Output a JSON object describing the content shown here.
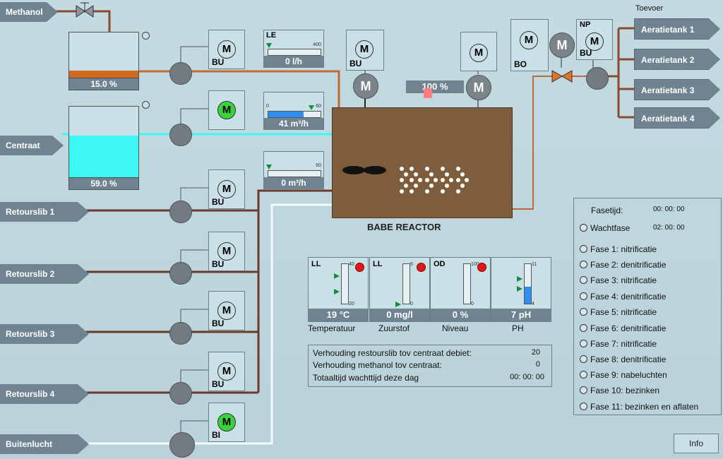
{
  "sources": {
    "methanol": "Methanol",
    "centraat": "Centraat",
    "retourslib": [
      "Retourslib 1",
      "Retourslib 2",
      "Retourslib 3",
      "Retourslib 4"
    ],
    "buitenlucht": "Buitenlucht"
  },
  "tanks": {
    "methanol": {
      "value": "15.0 %",
      "level": 0.15,
      "color": "#d2691e"
    },
    "centraat": {
      "value": "59.0 %",
      "level": 0.59,
      "color": "#3ff6f6"
    }
  },
  "motors": {
    "methanol_pump": {
      "label": "BU",
      "running": false
    },
    "centraat_pump": {
      "label": "",
      "running": true
    },
    "retourslib_1": {
      "label": "BU",
      "running": false
    },
    "retourslib_2": {
      "label": "BU",
      "running": false
    },
    "retourslib_3": {
      "label": "BU",
      "running": false
    },
    "retourslib_4": {
      "label": "BU",
      "running": false
    },
    "buitenlucht": {
      "label": "BI",
      "running": true
    },
    "mixer": {
      "label": "BU"
    },
    "aerator": {
      "label": ""
    },
    "outlet_valve": {
      "label": "BO"
    },
    "outlet_pump": {
      "label_top": "NP",
      "label": "BU"
    }
  },
  "flow_meters": {
    "methanol": {
      "header": "LE",
      "max": "400",
      "value": "0  l/h",
      "level": 0.0
    },
    "centraat": {
      "header": "",
      "min": "0",
      "max": "60",
      "value": "41  m³/h",
      "level": 0.68
    },
    "retourslib": {
      "header": "",
      "max": "60",
      "value": "0  m³/h",
      "level": 0.0
    }
  },
  "motor_glyph": "M",
  "aeration_percent": "100  %",
  "reactor": {
    "title": "BABE REACTOR"
  },
  "toevoer": {
    "title": "Toevoer",
    "targets": [
      "Aeratietank 1",
      "Aeratietank 2",
      "Aeratietank 3",
      "Aeratietank 4"
    ]
  },
  "gauges": [
    {
      "header": "LL",
      "max": "40",
      "min": "20",
      "value": "19  °C",
      "label": "Temperatuur",
      "level": 0.0
    },
    {
      "header": "LL",
      "max": "5",
      "min": "0",
      "value": "0 mg/l",
      "label": "Zuurstof",
      "level": 0.0
    },
    {
      "header": "OD",
      "max": "100",
      "min": "0",
      "value": "0 %",
      "label": "Niveau",
      "level": 0.0
    },
    {
      "header": "",
      "max": "11",
      "min": "4",
      "value": "7 pH",
      "label": "PH",
      "level": 0.43
    }
  ],
  "ratios": [
    {
      "label": "Verhouding restourslib tov centraat debiet:",
      "value": "20"
    },
    {
      "label": "Verhouding methanol tov centraat:",
      "value": "0"
    },
    {
      "label": "Totaaltijd wachttijd deze dag",
      "value": "00: 00: 00"
    }
  ],
  "phase_panel": {
    "fasetijd_label": "Fasetijd:",
    "fasetijd_value": "00: 00: 00",
    "wachtfase_label": "Wachtfase",
    "wachtfase_value": "02: 00: 00",
    "phases": [
      "Fase 1: nitrificatie",
      "Fase 2: denitrificatie",
      "Fase 3: nitrificatie",
      "Fase 4: denitrificatie",
      "Fase 5: nitrificatie",
      "Fase 6: denitrificatie",
      "Fase 7: nitrificatie",
      "Fase 8: denitrificatie",
      "Fase 9: nabeluchten",
      "Fase 10: bezinken",
      "Fase 11: bezinken en aflaten"
    ]
  },
  "info_button": "Info",
  "colors": {
    "pipe_brown": "#8b4a2b",
    "pipe_cyan": "#3ff6f6",
    "pipe_white": "#f4fbfc",
    "pipe_orange": "#e0742a",
    "accent_green": "#3ad23a",
    "alarm_red": "#e01818"
  }
}
